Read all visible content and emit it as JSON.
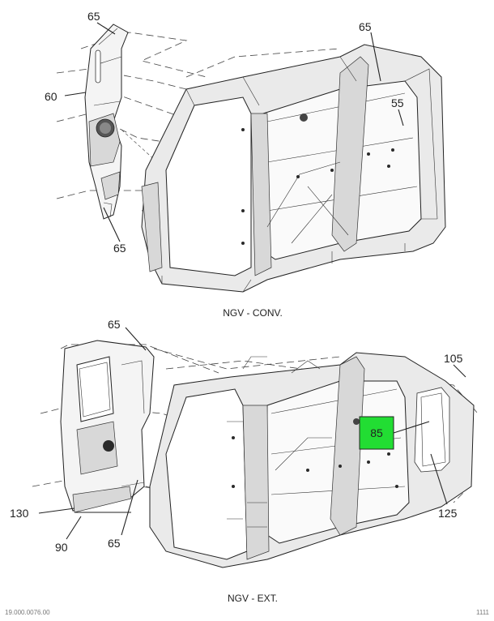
{
  "top_view": {
    "caption": "NGV - CONV.",
    "callouts": {
      "panel_top": "65",
      "roof_right": "65",
      "panel_left": "60",
      "rear_inner": "55",
      "panel_bottom": "65"
    }
  },
  "bottom_view": {
    "caption": "NGV - EXT.",
    "callouts": {
      "panel_top": "65",
      "roof_right": "105",
      "highlight": "85",
      "window": "125",
      "base_left": "130",
      "base_bottom": "90",
      "panel_bottom": "65"
    },
    "highlight_color": "#22dd33"
  },
  "footer": {
    "left": "19.000.0076.00",
    "right": "1111"
  }
}
